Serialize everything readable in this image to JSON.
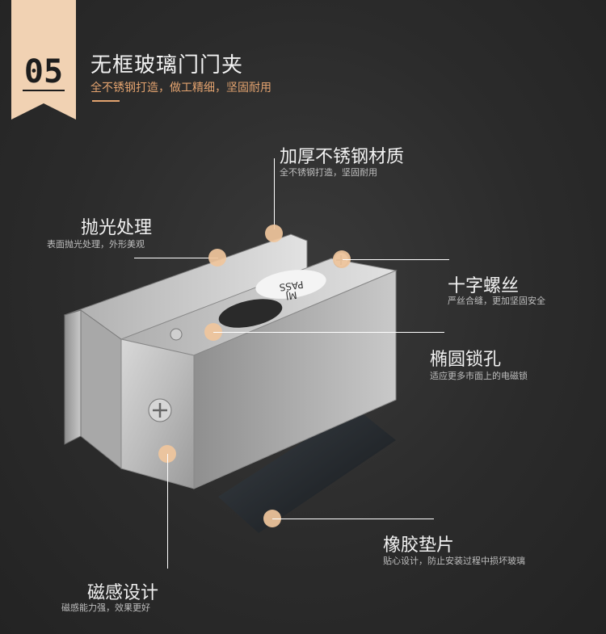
{
  "section": {
    "number": "05",
    "title": "无框玻璃门门夹",
    "subtitle": "全不锈钢打造，做工精细，坚固耐用"
  },
  "product": {
    "plate_text_1": "PASS",
    "plate_text_2": "MJ"
  },
  "callouts": {
    "material": {
      "title": "加厚不锈钢材质",
      "desc": "全不锈钢打造，坚固耐用"
    },
    "polish": {
      "title": "抛光处理",
      "desc": "表面抛光处理，外形美观"
    },
    "screw": {
      "title": "十字螺丝",
      "desc": "严丝合缝，更加坚固安全"
    },
    "hole": {
      "title": "椭圆锁孔",
      "desc": "适应更多市面上的电磁锁"
    },
    "pad": {
      "title": "橡胶垫片",
      "desc": "贴心设计，防止安装过程中损坏玻璃"
    },
    "magnetic": {
      "title": "磁感设计",
      "desc": "磁感能力强，效果更好"
    }
  },
  "colors": {
    "background": "#2b2b2b",
    "accent": "#e3a36f",
    "badge": "#f1d2b3",
    "dot": "#f0c59c"
  }
}
